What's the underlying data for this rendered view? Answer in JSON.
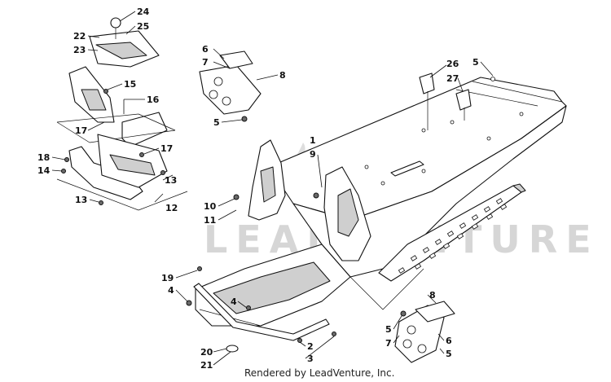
{
  "footer": {
    "credit": "Rendered by LeadVenture, Inc."
  },
  "watermark": {
    "text": "LEADVENTURE"
  },
  "callouts": {
    "c24": "24",
    "c25": "25",
    "c22": "22",
    "c23": "23",
    "c15": "15",
    "c16": "16",
    "c17a": "17",
    "c17b": "17",
    "c18": "18",
    "c14": "14",
    "c13a": "13",
    "c13b": "13",
    "c12": "12",
    "c6a": "6",
    "c7a": "7",
    "c8a": "8",
    "c5a": "5",
    "c26": "26",
    "c27": "27",
    "c5b": "5",
    "c1": "1",
    "c9": "9",
    "c10": "10",
    "c11": "11",
    "c19": "19",
    "c4a": "4",
    "c4b": "4",
    "c20": "20",
    "c21": "21",
    "c2": "2",
    "c3": "3",
    "c8b": "8",
    "c5c": "5",
    "c7b": "7",
    "c6b": "6",
    "c5d": "5"
  }
}
